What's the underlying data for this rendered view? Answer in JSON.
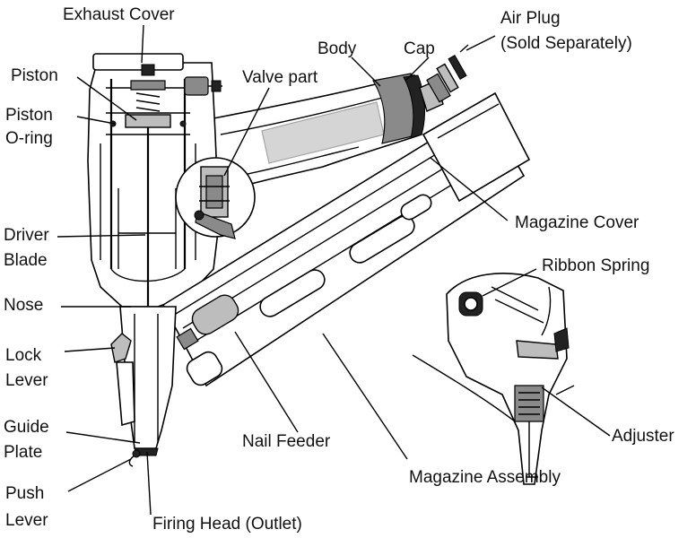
{
  "labels": {
    "exhaust_cover": "Exhaust Cover",
    "piston": "Piston",
    "piston_oring_1": "Piston",
    "piston_oring_2": "O-ring",
    "valve_part": "Valve part",
    "body": "Body",
    "cap": "Cap",
    "air_plug_1": "Air Plug",
    "air_plug_2": "(Sold Separately)",
    "driver_blade_1": "Driver",
    "driver_blade_2": "Blade",
    "magazine_cover": "Magazine Cover",
    "ribbon_spring": "Ribbon Spring",
    "nose": "Nose",
    "lock_lever_1": "Lock",
    "lock_lever_2": "Lever",
    "guide_plate_1": "Guide",
    "guide_plate_2": "Plate",
    "nail_feeder": "Nail Feeder",
    "adjuster": "Adjuster",
    "push_lever_1": "Push",
    "push_lever_2": "Lever",
    "magazine_assembly": "Magazine Assembly",
    "firing_head": "Firing Head (Outlet)"
  }
}
